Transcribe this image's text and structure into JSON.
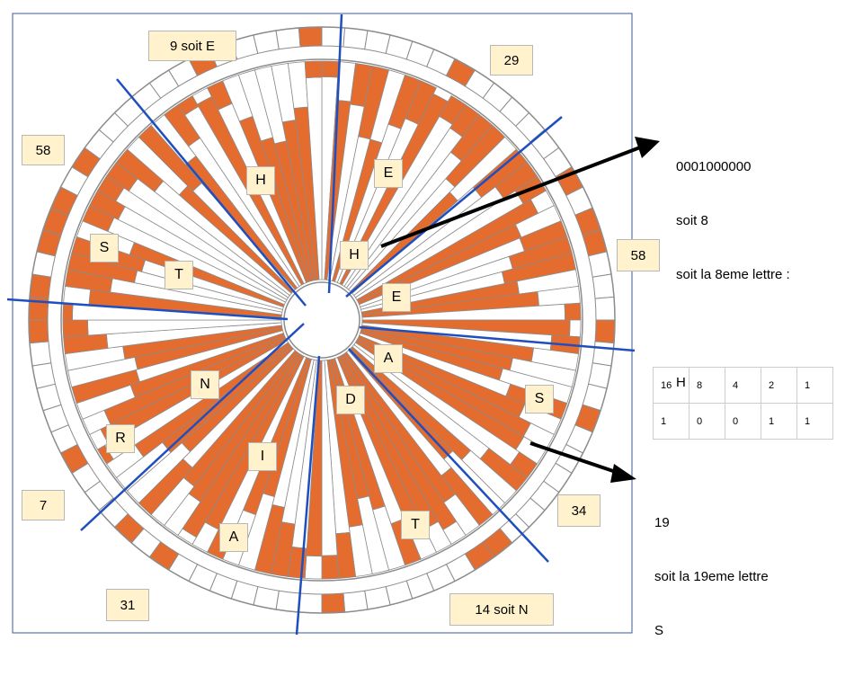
{
  "colors": {
    "fill": "#e46c2f",
    "stroke": "#8c8c8c",
    "ray": "#1f4fbf",
    "frame": "#3d5a99",
    "box": "#fff2cc"
  },
  "numbers": [
    {
      "id": "n-top",
      "text": "9 soit E"
    },
    {
      "id": "n-29",
      "text": "29"
    },
    {
      "id": "n-58-left",
      "text": "58"
    },
    {
      "id": "n-58-right",
      "text": "58"
    },
    {
      "id": "n-7",
      "text": "7"
    },
    {
      "id": "n-31",
      "text": "31"
    },
    {
      "id": "n-14",
      "text": "14 soit N"
    },
    {
      "id": "n-34",
      "text": "34"
    }
  ],
  "letters": [
    "H",
    "E",
    "H",
    "E",
    "S",
    "T",
    "N",
    "R",
    "A",
    "D",
    "I",
    "A",
    "T",
    "S"
  ],
  "annotations": {
    "top": {
      "line1": "0001000000",
      "line2": "soit 8",
      "line3": "soit la 8eme lettre :",
      "line4": "H"
    },
    "bottom": {
      "line1": "19",
      "line2": "soit la 19eme lettre",
      "line3": "S"
    }
  },
  "bit_table": {
    "header": [
      "16",
      "8",
      "4",
      "2",
      "1"
    ],
    "row": [
      "1",
      "0",
      "0",
      "1",
      "1"
    ]
  }
}
